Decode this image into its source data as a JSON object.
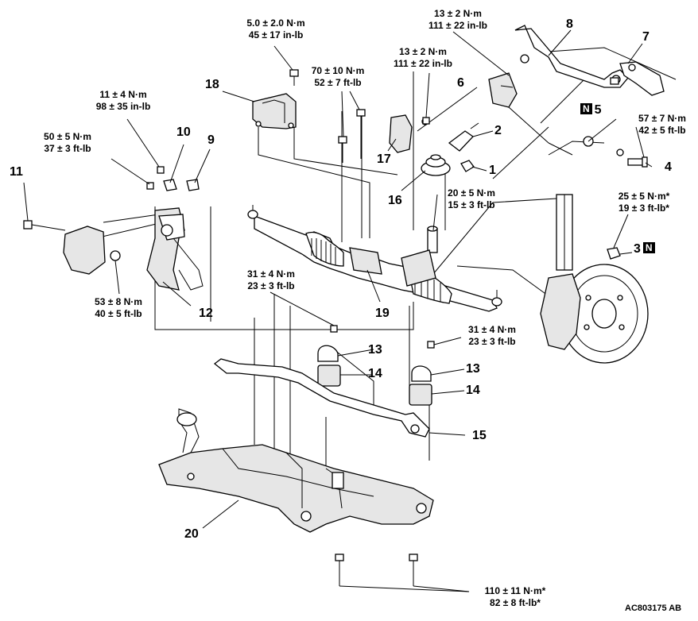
{
  "diagram": {
    "document_id": "AC803175 AB",
    "torque_labels": [
      {
        "line1": "5.0 ± 2.0 N·m",
        "line2": "45 ± 17 in-lb"
      },
      {
        "line1": "13 ± 2 N·m",
        "line2": "111 ± 22 in-lb"
      },
      {
        "line1": "13 ± 2 N·m",
        "line2": "111 ± 22 in-lb"
      },
      {
        "line1": "70 ± 10 N·m",
        "line2": "52 ± 7 ft-lb"
      },
      {
        "line1": "11 ± 4 N·m",
        "line2": "98 ± 35 in-lb"
      },
      {
        "line1": "50 ± 5 N·m",
        "line2": "37 ± 3 ft-lb"
      },
      {
        "line1": "57 ± 7 N·m",
        "line2": "42 ± 5 ft-lb"
      },
      {
        "line1": "20 ± 5 N·m",
        "line2": "15 ± 3 ft-lb"
      },
      {
        "line1": "25 ± 5 N·m*",
        "line2": "19 ± 3 ft-lb*"
      },
      {
        "line1": "31 ± 4 N·m",
        "line2": "23 ± 3 ft-lb"
      },
      {
        "line1": "31 ± 4 N·m",
        "line2": "23 ± 3 ft-lb"
      },
      {
        "line1": "53 ± 8 N·m",
        "line2": "40 ± 5 ft-lb"
      },
      {
        "line1": "110 ± 11 N·m*",
        "line2": "82 ± 8 ft-lb*"
      }
    ],
    "part_numbers": [
      "1",
      "2",
      "3",
      "4",
      "5",
      "6",
      "7",
      "8",
      "9",
      "10",
      "11",
      "12",
      "13",
      "13",
      "14",
      "14",
      "15",
      "16",
      "17",
      "18",
      "19",
      "20"
    ],
    "replace_marker": "N"
  }
}
